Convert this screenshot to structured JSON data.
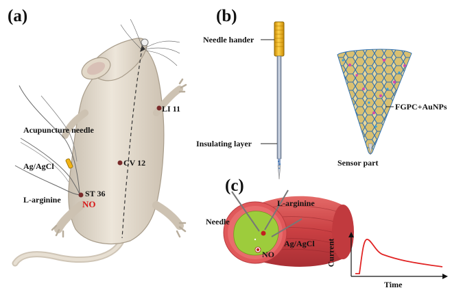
{
  "panels": {
    "a": {
      "label": "(a)",
      "acupoints": [
        "LI 11",
        "CV 12",
        "ST 36"
      ],
      "acupuncture_needle": "Acupuncture needle",
      "reference": "Ag/AgCl",
      "arginine": "L-arginine",
      "no": "NO"
    },
    "b": {
      "label": "(b)",
      "needle_handle": "Needle hander",
      "insulating_layer": "Insulating layer",
      "coating": "FGPC+AuNPs",
      "sensor_part": "Sensor part"
    },
    "c": {
      "label": "(c)",
      "needle": "Needle",
      "arginine": "L-arginine",
      "reference": "Ag/AgCl",
      "no": "NO",
      "ylabel": "Current",
      "xlabel": "Time"
    }
  },
  "colors": {
    "rat": "#e4dbcd",
    "muscle": "#e0585a",
    "handle": "#f2b416",
    "tissue": "#9dcc3c",
    "curve": "#e12424"
  }
}
